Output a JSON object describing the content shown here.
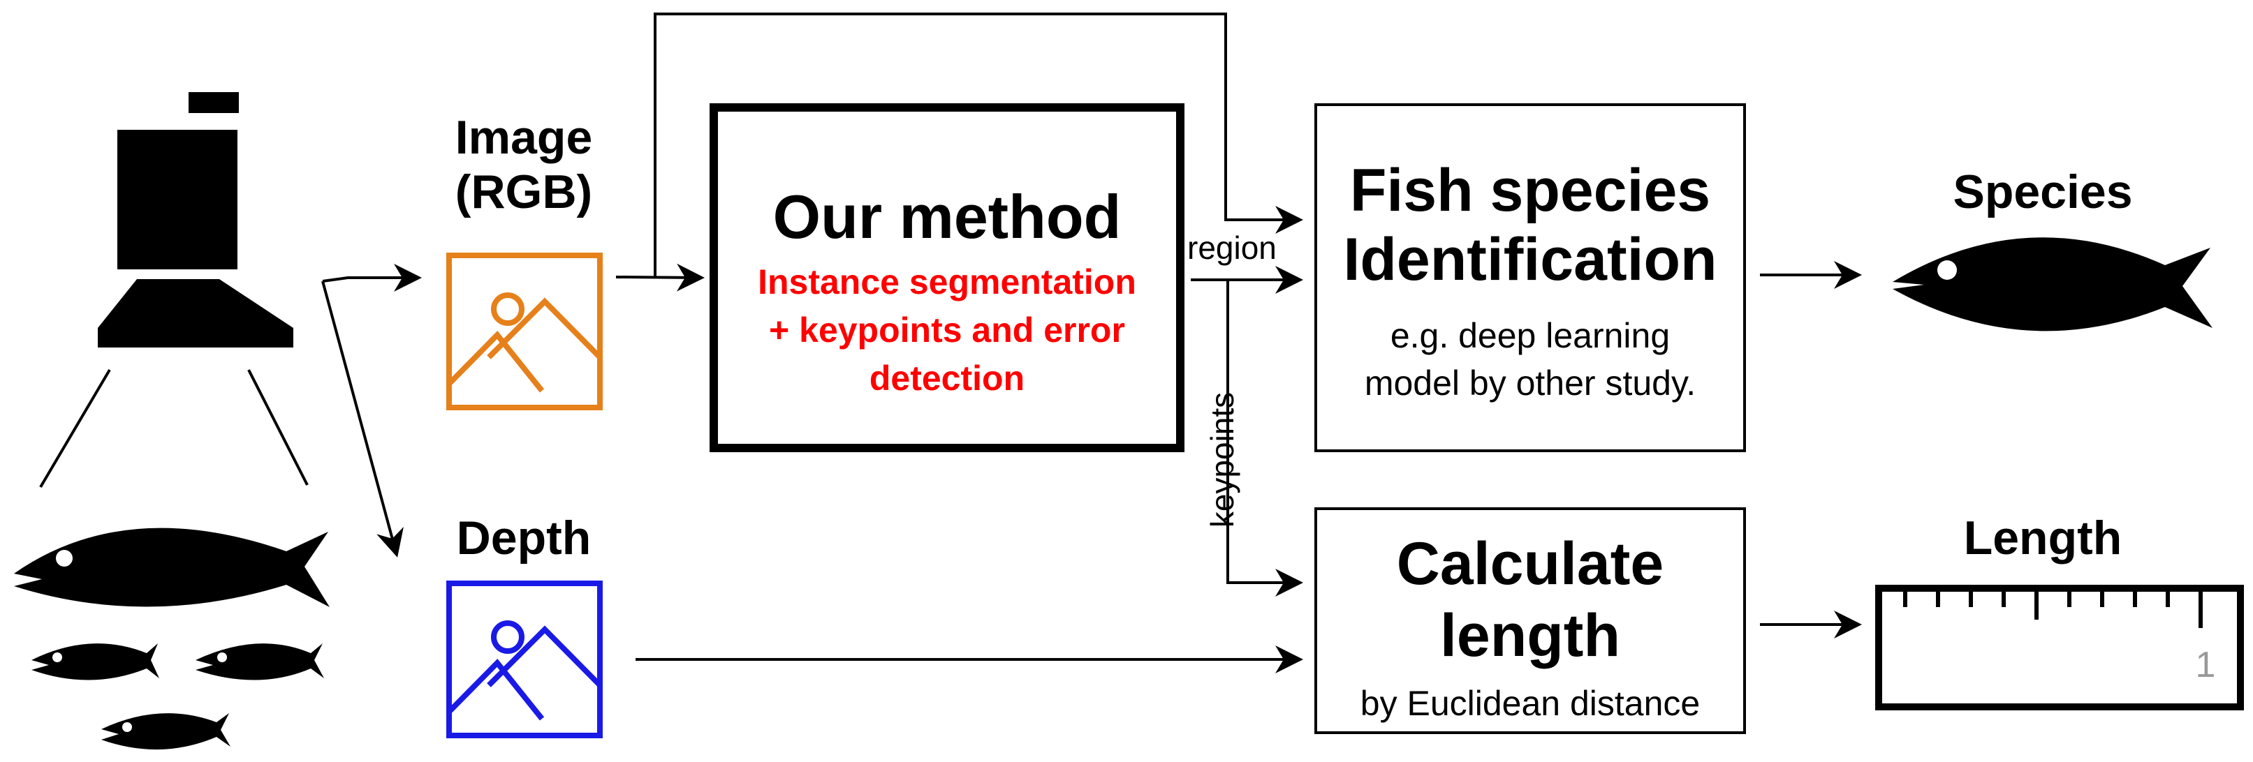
{
  "inputs": {
    "image_label": [
      "Image",
      "(RGB)"
    ],
    "depth_label": "Depth"
  },
  "method_box": {
    "title": "Our method",
    "subtitle": [
      "Instance segmentation",
      "+ keypoints and error",
      "detection"
    ]
  },
  "species_box": {
    "title": [
      "Fish species",
      "Identification"
    ],
    "subtitle": [
      "e.g. deep learning",
      "model by other study."
    ]
  },
  "length_box": {
    "title": [
      "Calculate",
      "length"
    ],
    "subtitle": "by Euclidean distance"
  },
  "edges": {
    "region": "region",
    "keypoints": "keypoints"
  },
  "outputs": {
    "species": "Species",
    "length": "Length",
    "ruler_mark": "1"
  },
  "colors": {
    "image_icon": "#e6801a",
    "depth_icon": "#1a1ae6",
    "method_subtitle": "#ff0000",
    "ruler_mark": "#999999"
  }
}
